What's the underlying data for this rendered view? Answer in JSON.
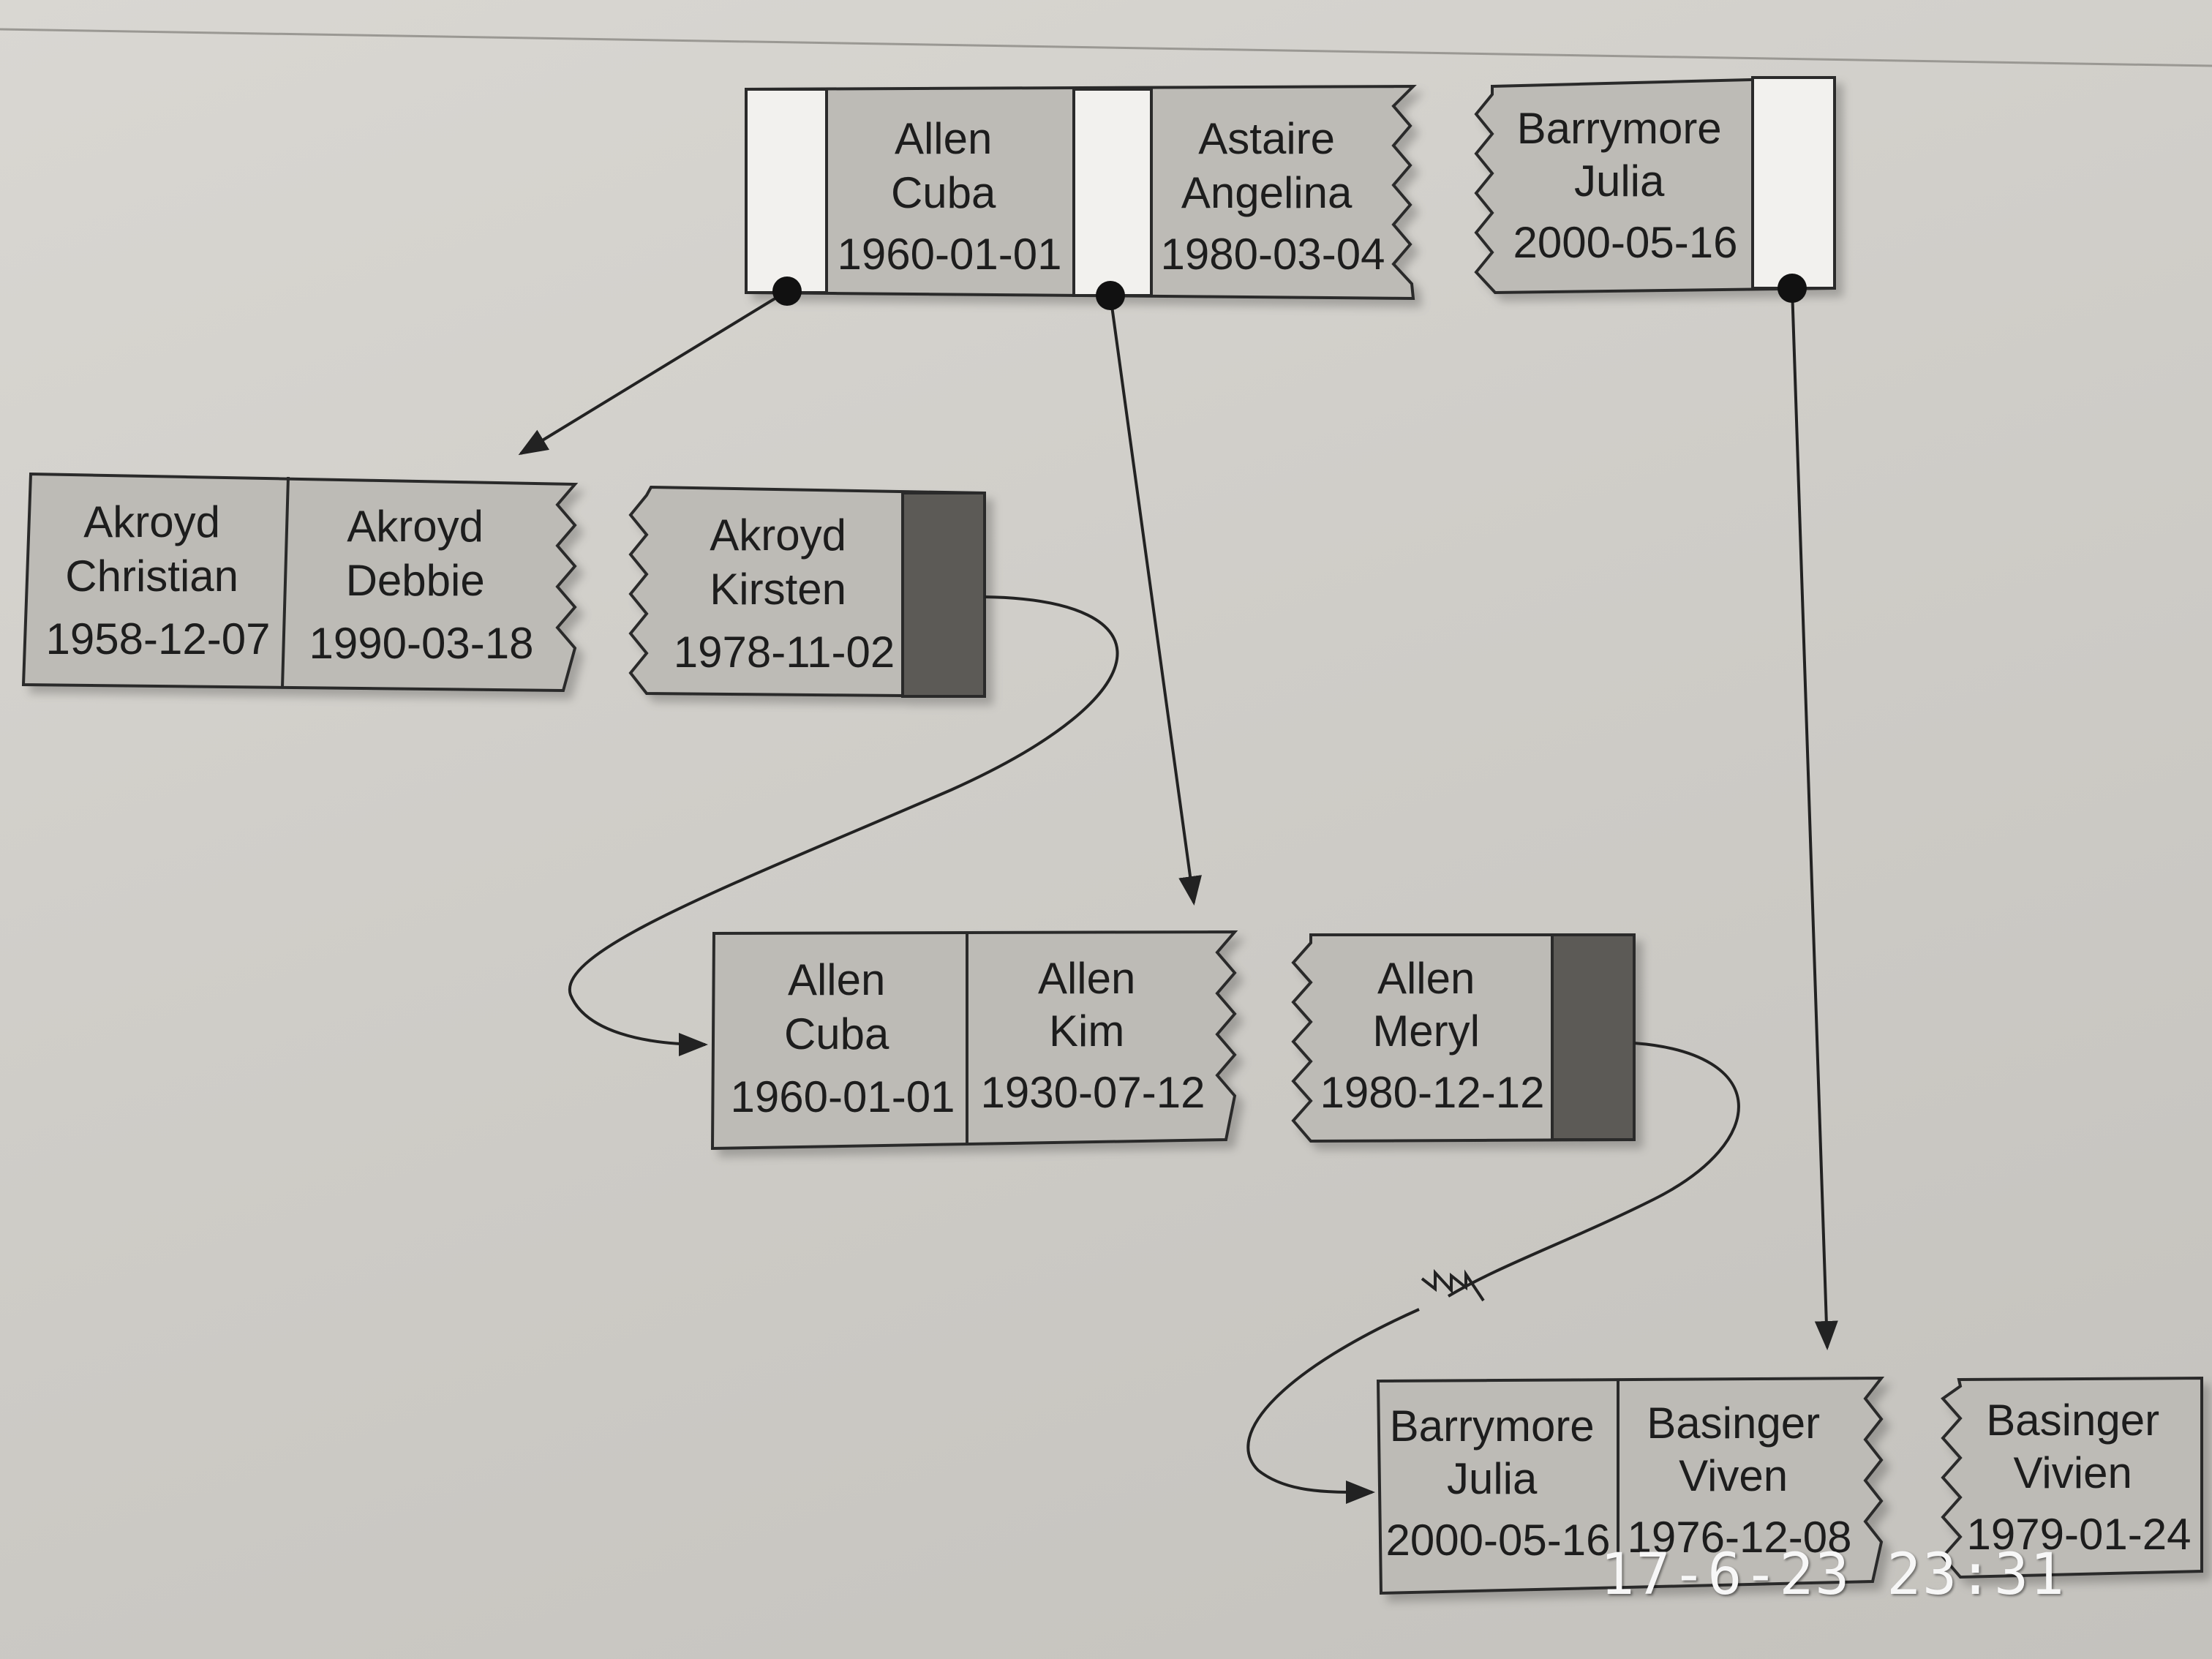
{
  "colors": {
    "paper": "#d4d2cd",
    "cell": "#bdbbb6",
    "pointer": "#f2f1ee",
    "sibling": "#5c5a57",
    "ink": "#1d1d1d"
  },
  "root": {
    "rows": [
      {
        "last": "Allen",
        "first": "Cuba",
        "date": "1960-01-01"
      },
      {
        "last": "Astaire",
        "first": "Angelina",
        "date": "1980-03-04"
      },
      {
        "last": "Barrymore",
        "first": "Julia",
        "date": "2000-05-16"
      }
    ]
  },
  "leaf_a": {
    "rows": [
      {
        "last": "Akroyd",
        "first": "Christian",
        "date": "1958-12-07"
      },
      {
        "last": "Akroyd",
        "first": "Debbie",
        "date": "1990-03-18"
      },
      {
        "last": "Akroyd",
        "first": "Kirsten",
        "date": "1978-11-02"
      }
    ]
  },
  "leaf_b": {
    "rows": [
      {
        "last": "Allen",
        "first": "Cuba",
        "date": "1960-01-01"
      },
      {
        "last": "Allen",
        "first": "Kim",
        "date": "1930-07-12"
      },
      {
        "last": "Allen",
        "first": "Meryl",
        "date": "1980-12-12"
      }
    ]
  },
  "leaf_c": {
    "rows": [
      {
        "last": "Barrymore",
        "first": "Julia",
        "date": "2000-05-16"
      },
      {
        "last": "Basinger",
        "first": "Viven",
        "date": "1976-12-08"
      },
      {
        "last": "Basinger",
        "first": "Vivien",
        "date": "1979-01-24"
      }
    ]
  },
  "timestamp": "17-6-23 23:31"
}
